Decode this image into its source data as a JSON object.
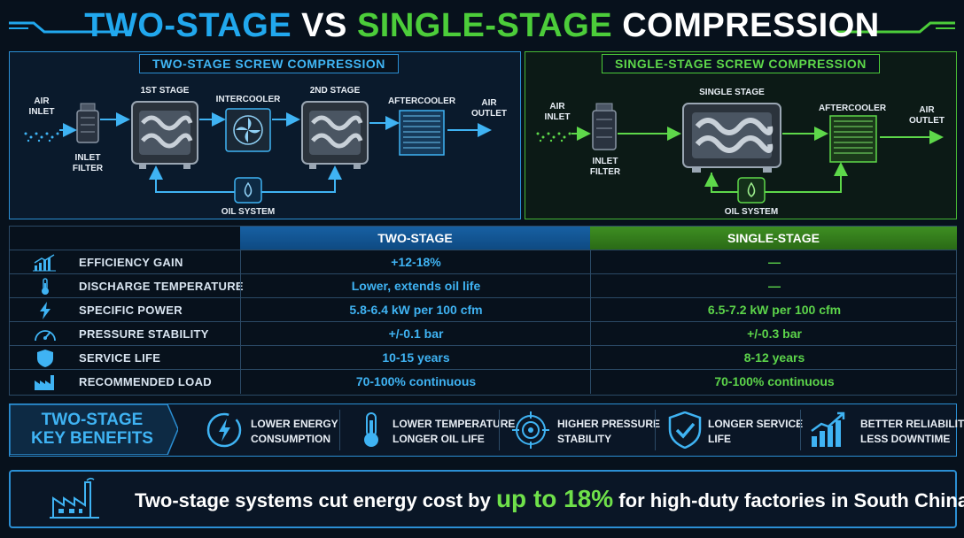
{
  "title": {
    "part1": "TWO-STAGE",
    "part2": " VS ",
    "part3": "SINGLE-STAGE",
    "part4": " COMPRESSION"
  },
  "two_stage_panel": {
    "title": "TWO-STAGE SCREW COMPRESSION",
    "air_inlet": [
      "AIR",
      "INLET"
    ],
    "inlet_filter": [
      "INLET",
      "FILTER"
    ],
    "stage1": "1ST STAGE",
    "intercooler": "INTERCOOLER",
    "stage2": "2ND STAGE",
    "aftercooler": "AFTERCOOLER",
    "air_outlet": [
      "AIR",
      "OUTLET"
    ],
    "oil_system": "OIL SYSTEM"
  },
  "single_stage_panel": {
    "title": "SINGLE-STAGE SCREW COMPRESSION",
    "air_inlet": [
      "AIR",
      "INLET"
    ],
    "inlet_filter": [
      "INLET",
      "FILTER"
    ],
    "stage": "SINGLE STAGE",
    "aftercooler": "AFTERCOOLER",
    "air_outlet": [
      "AIR",
      "OUTLET"
    ],
    "oil_system": "OIL SYSTEM"
  },
  "table": {
    "header_two": "TWO-STAGE",
    "header_single": "SINGLE-STAGE",
    "rows": [
      {
        "name": "EFFICIENCY GAIN",
        "two": "+12-18%",
        "single": "—",
        "icon": "chart-up-icon"
      },
      {
        "name": "DISCHARGE TEMPERATURE",
        "two": "Lower, extends oil life",
        "single": "—",
        "icon": "thermometer-icon"
      },
      {
        "name": "SPECIFIC POWER",
        "two": "5.8-6.4 kW per 100 cfm",
        "single": "6.5-7.2 kW per 100 cfm",
        "icon": "lightning-icon"
      },
      {
        "name": "PRESSURE STABILITY",
        "two": "+/-0.1 bar",
        "single": "+/-0.3 bar",
        "icon": "gauge-icon"
      },
      {
        "name": "SERVICE LIFE",
        "two": "10-15 years",
        "single": "8-12 years",
        "icon": "shield-icon"
      },
      {
        "name": "RECOMMENDED LOAD",
        "two": "70-100% continuous",
        "single": "70-100% continuous",
        "icon": "factory-icon"
      }
    ]
  },
  "benefits": {
    "heading": [
      "TWO-STAGE",
      "KEY BENEFITS"
    ],
    "items": [
      {
        "line1": "LOWER ENERGY",
        "line2": "CONSUMPTION",
        "icon": "energy-icon"
      },
      {
        "line1": "LOWER TEMPERATURE",
        "line2": "LONGER OIL LIFE",
        "icon": "thermometer-icon"
      },
      {
        "line1": "HIGHER PRESSURE",
        "line2": "STABILITY",
        "icon": "target-icon"
      },
      {
        "line1": "LONGER SERVICE",
        "line2": "LIFE",
        "icon": "shield-check-icon"
      },
      {
        "line1": "BETTER RELIABILITY",
        "line2": "LESS DOWNTIME",
        "icon": "growth-chart-icon"
      }
    ]
  },
  "footer": {
    "before": "Two-stage systems cut energy cost by ",
    "highlight": "up to 18%",
    "after": " for high-duty factories in South China.",
    "icon": "factory-icon"
  },
  "colors": {
    "two_stage": "#2b8fd4",
    "single_stage": "#4ccd3a",
    "background": "#07111c"
  }
}
